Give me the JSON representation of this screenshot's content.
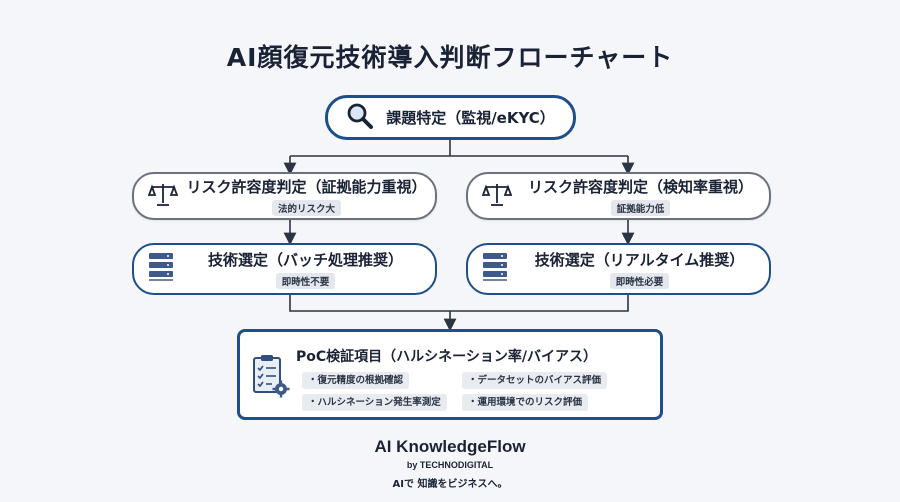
{
  "title": "AI顔復元技術導入判断フローチャート",
  "colors": {
    "accent": "#1f4e8c",
    "border_grey": "#6a7280",
    "background": "#f4f6f9"
  },
  "root": {
    "label": "課題特定（監視/eKYC）",
    "icon": "search-icon"
  },
  "left": {
    "risk": {
      "label": "リスク許容度判定（証拠能力重視）",
      "sub": "法的リスク大",
      "icon": "balance-scale-icon"
    },
    "tech": {
      "label": "技術選定（バッチ処理推奨）",
      "sub": "即時性不要",
      "icon": "server-icon"
    }
  },
  "right": {
    "risk": {
      "label": "リスク許容度判定（検知率重視）",
      "sub": "証拠能力低",
      "icon": "balance-scale-icon"
    },
    "tech": {
      "label": "技術選定（リアルタイム推奨）",
      "sub": "即時性必要",
      "icon": "server-icon"
    }
  },
  "poc": {
    "title": "PoC検証項目（ハルシネーション率/バイアス）",
    "icon": "checklist-gear-icon",
    "items": [
      "・復元精度の根拠確認",
      "・データセットのバイアス評価",
      "・ハルシネーション発生率測定",
      "・運用環境でのリスク評価"
    ]
  },
  "footer": {
    "brand": "AI KnowledgeFlow",
    "by": "by TECHNODIGITAL",
    "tagline": "AIで 知識をビジネスへ。"
  }
}
